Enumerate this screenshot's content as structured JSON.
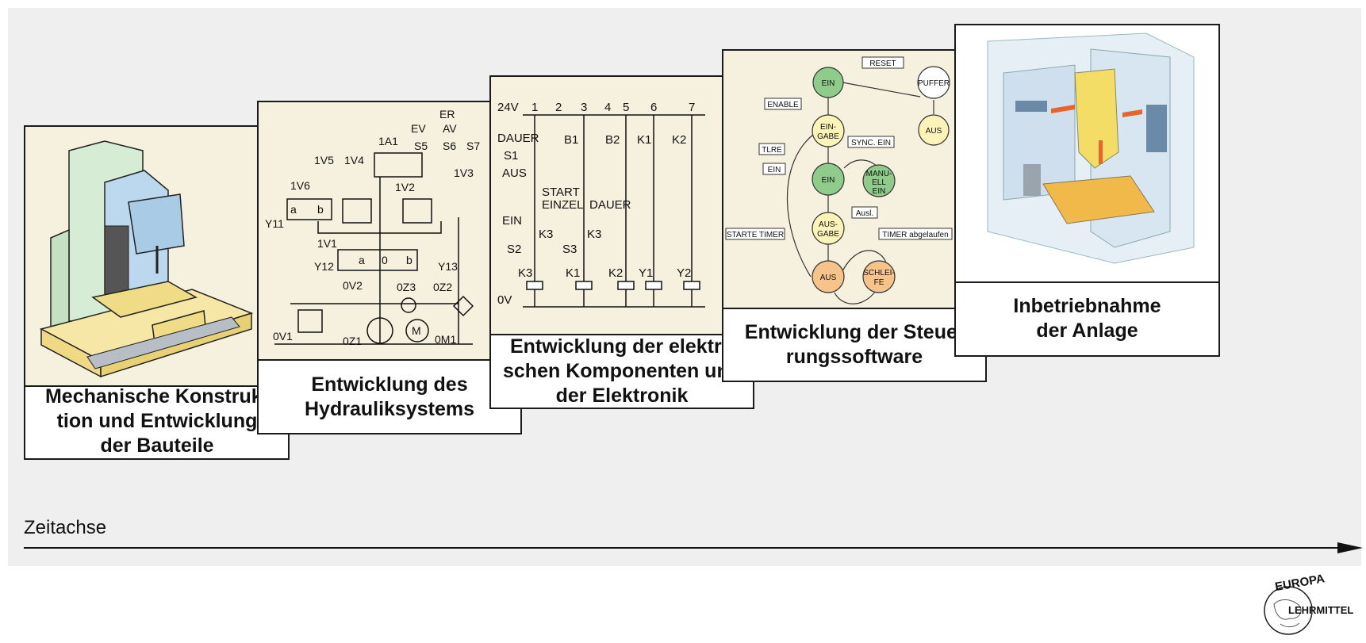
{
  "stages": [
    {
      "caption": "Mechanische Konstruk-\ntion und Entwicklung\nder Bauteile"
    },
    {
      "caption": "Entwicklung des\nHydrauliksystems"
    },
    {
      "caption": "Entwicklung der elektri-\nschen Komponenten und\nder Elektronik"
    },
    {
      "caption": "Entwicklung der Steue-\nrungssoftware"
    },
    {
      "caption": "Inbetriebnahme\nder Anlage"
    }
  ],
  "hydraulic": {
    "labels": [
      "ER",
      "EV",
      "AV",
      "1A1",
      "S5",
      "S6",
      "S7",
      "1V5",
      "1V4",
      "1V3",
      "1V6",
      "1V2",
      "Y11",
      "a",
      "b",
      "1V1",
      "Y12",
      "0",
      "Y13",
      "0V2",
      "0Z3",
      "0Z2",
      "0V1",
      "0Z1",
      "0M1",
      "M"
    ]
  },
  "electrical": {
    "rail_top": "24V",
    "rail_bottom": "0V",
    "columns": [
      "1",
      "2",
      "3",
      "4",
      "5",
      "6",
      "7"
    ],
    "labels": [
      "DAUER",
      "S1",
      "AUS",
      "B1",
      "B2",
      "K1",
      "K2",
      "START",
      "EINZEL",
      "DAUER",
      "EIN",
      "K3",
      "S2",
      "S3",
      "K3",
      "K3",
      "K1",
      "K2",
      "Y1",
      "Y2"
    ]
  },
  "software": {
    "states": [
      {
        "label": "EIN",
        "color": "#8fcc8c"
      },
      {
        "label": "PUFFER",
        "color": "#ffffff"
      },
      {
        "label": "AUS",
        "color": "#fbf3b8"
      },
      {
        "label": "EIN-\nGABE",
        "color": "#fbf3b8"
      },
      {
        "label": "EIN",
        "color": "#8fcc8c"
      },
      {
        "label": "MANU-\nELL\nEIN",
        "color": "#8fcc8c"
      },
      {
        "label": "AUS-\nGABE",
        "color": "#fbf3b8"
      },
      {
        "label": "AUS",
        "color": "#f6c38a"
      },
      {
        "label": "SCHLEI-\nFE",
        "color": "#f6c38a"
      }
    ],
    "events": [
      "RESET",
      "ENABLE",
      "TLRE",
      "SYNC. EIN",
      "EIN",
      "Ausl.",
      "STARTE TIMER",
      "TIMER abgelaufen"
    ]
  },
  "axis_label": "Zeitachse",
  "logo": {
    "line1": "EUROPA",
    "line2": "LEHRMITTEL"
  },
  "colors": {
    "panel_bg": "#f6f0de",
    "green": "#d7ecd5",
    "blue": "#bcd8ee",
    "yellow": "#f6e7a7"
  }
}
